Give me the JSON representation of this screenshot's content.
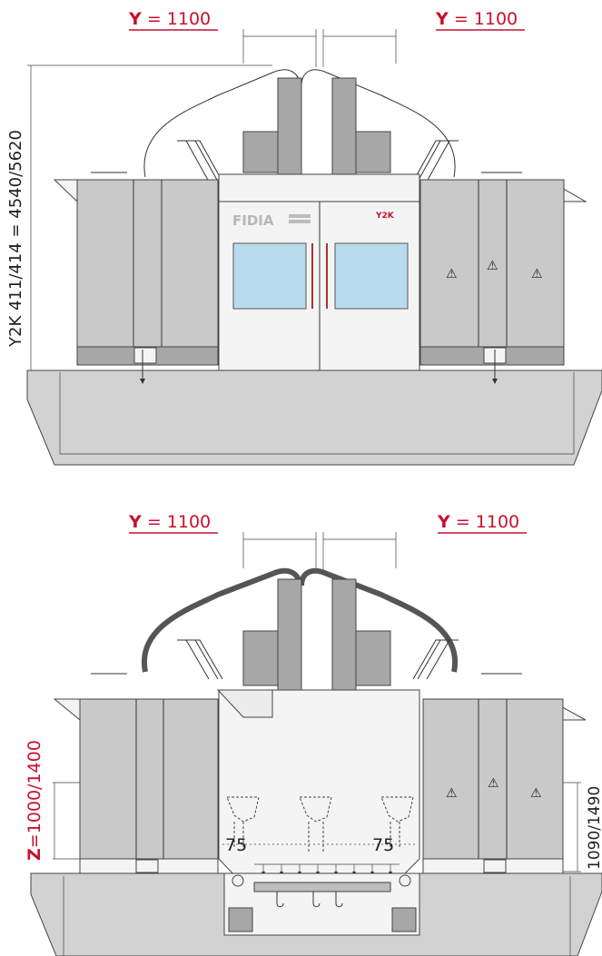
{
  "top_view": {
    "dim_y_left": {
      "axis": "Y",
      "value": "= 1100"
    },
    "dim_y_right": {
      "axis": "Y",
      "value": "= 1100"
    },
    "dim_height": "Y2K 411/414 = 4540/5620",
    "brand_label": "FIDIA",
    "model_label": "Y2K"
  },
  "bottom_view": {
    "dim_y_left": {
      "axis": "Y",
      "value": "= 1100"
    },
    "dim_y_right": {
      "axis": "Y",
      "value": "= 1100"
    },
    "dim_z": {
      "axis": "Z",
      "value": "=1000/1400"
    },
    "dim_right_height": "1090/1490",
    "dim_offset_left": "75",
    "dim_offset_right": "75"
  },
  "colors": {
    "accent_red": "#c8102e",
    "panel_grey": "#c9c9c9",
    "window_blue": "#b8dced"
  }
}
